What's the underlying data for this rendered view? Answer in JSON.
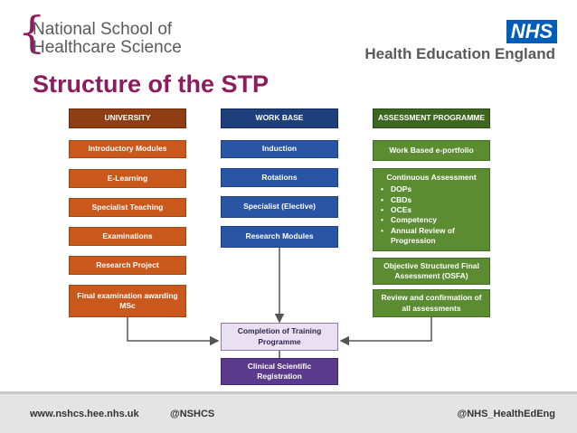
{
  "header": {
    "nshcs_logo_line1": "National School of",
    "nshcs_logo_line2": "Healthcare Science",
    "nhs_badge": "NHS",
    "hee_name": "Health Education England"
  },
  "title": "Structure of the STP",
  "columns": {
    "university": {
      "header": "UNIVERSITY",
      "items": [
        "Introductory Modules",
        "E-Learning",
        "Specialist Teaching",
        "Examinations",
        "Research Project",
        "Final examination awarding MSc"
      ]
    },
    "work_base": {
      "header": "WORK BASE",
      "items": [
        "Induction",
        "Rotations",
        "Specialist (Elective)",
        "Research Modules"
      ]
    },
    "assessment": {
      "header": "ASSESSMENT PROGRAMME",
      "portfolio": "Work Based e-portfolio",
      "continuous_title": "Continuous Assessment",
      "continuous_items": [
        "DOPs",
        "CBDs",
        "OCEs",
        "Competency",
        "Annual Review of Progression"
      ],
      "osfa": "Objective Structured Final Assessment (OSFA)",
      "review": "Review and confirmation of all assessments"
    }
  },
  "completion": "Completion of Training Programme",
  "registration": "Clinical Scientific Registration",
  "footer": {
    "website": "www.nshcs.hee.nhs.uk",
    "twitter_nshcs": "@NSHCS",
    "twitter_hee": "@NHS_HealthEdEng"
  },
  "colors": {
    "title": "#8c1d5c",
    "university": "#c8581c",
    "work_base": "#2a55a4",
    "assessment": "#5c8c32",
    "registration": "#5b3a8c",
    "nhs_blue": "#005eb8"
  }
}
